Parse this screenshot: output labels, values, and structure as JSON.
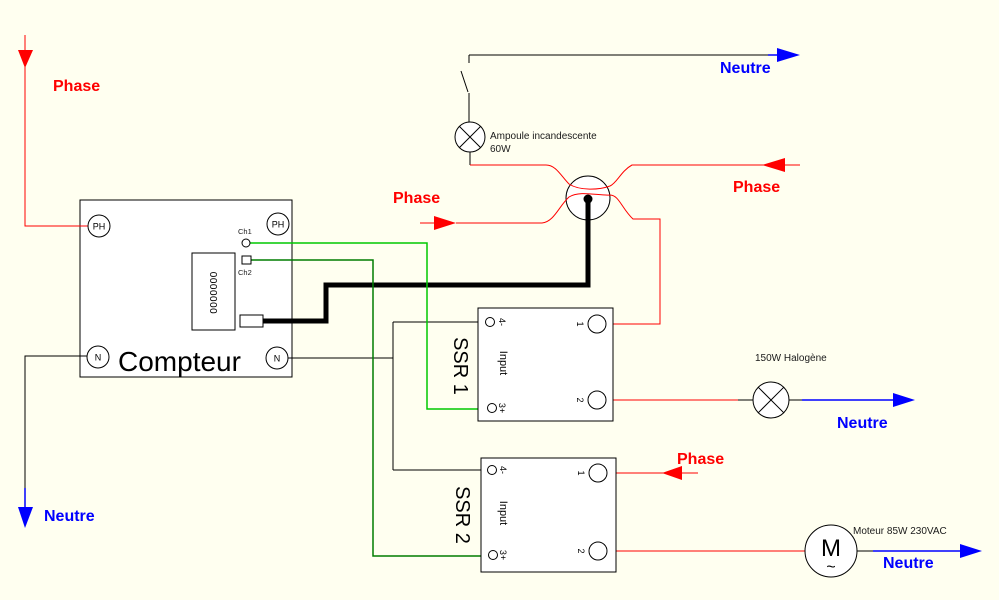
{
  "colors": {
    "background": "#fffff0",
    "phase": "#ff0000",
    "neutral": "#0000ff",
    "ch1_wire": "#00c800",
    "ch2_wire": "#007d00",
    "wire": "#000000"
  },
  "labels": {
    "phase_top_left": "Phase",
    "neutre_top_right": "Neutre",
    "phase_right": "Phase",
    "phase_middle": "Phase",
    "phase_ssr2": "Phase",
    "neutre_bottom_left": "Neutre",
    "neutre_halogen": "Neutre",
    "neutre_motor": "Neutre"
  },
  "meter": {
    "title": "Compteur",
    "ph": "PH",
    "n": "N",
    "ch1": "Ch1",
    "ch2": "Ch2",
    "display": "0000000"
  },
  "lamp60": {
    "name": "Ampoule incandescente",
    "power": "60W"
  },
  "halogen": {
    "name": "150W Halogène"
  },
  "motor": {
    "name": "Moteur 85W 230VAC",
    "symbol": "M",
    "wave": "~"
  },
  "ssr1": {
    "name": "SSR 1",
    "input": "Input",
    "t4": "4-",
    "t3": "3+",
    "t1": "1",
    "t2": "2"
  },
  "ssr2": {
    "name": "SSR 2",
    "input": "Input",
    "t4": "4-",
    "t3": "3+",
    "t1": "1",
    "t2": "2"
  }
}
